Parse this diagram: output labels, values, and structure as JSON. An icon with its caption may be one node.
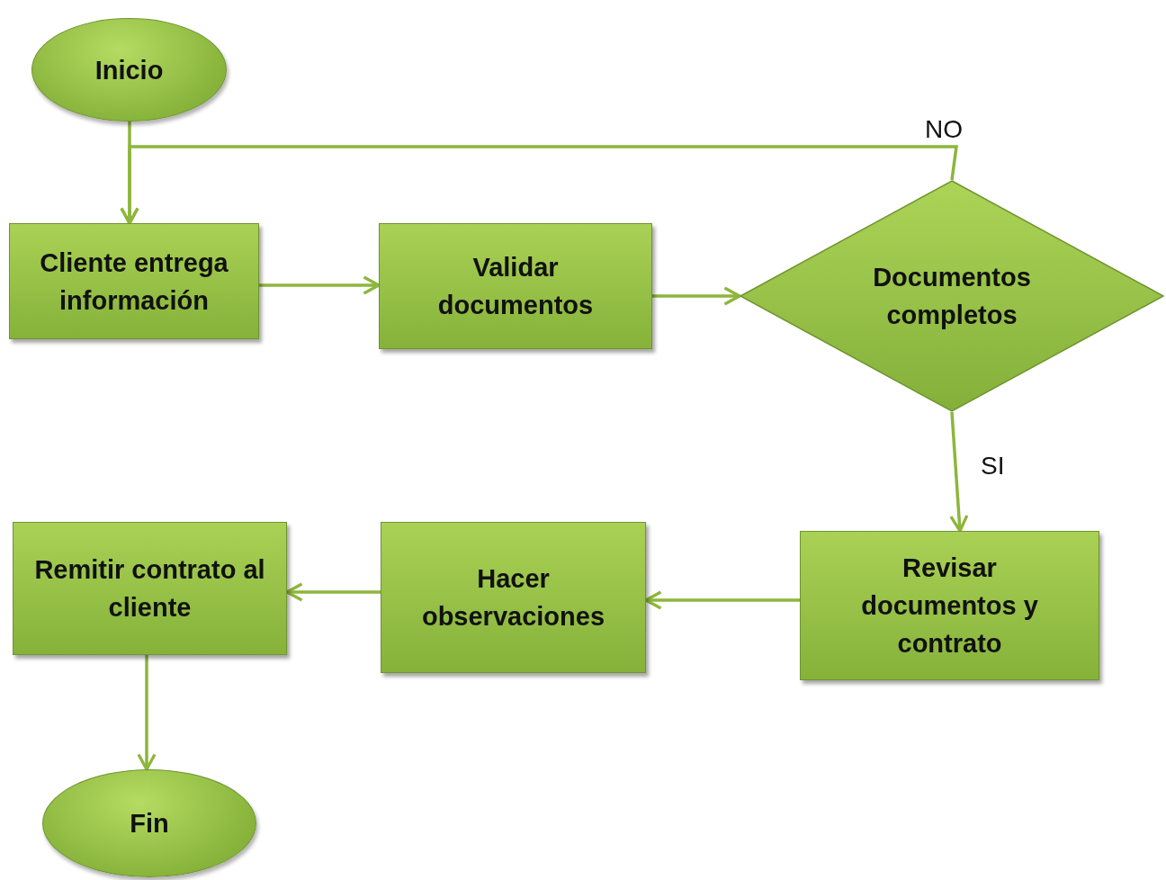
{
  "diagram": {
    "nodes": [
      {
        "text": [
          "Inicio"
        ]
      },
      {
        "text": [
          "Cliente entrega información"
        ]
      },
      {
        "text": [
          "Validar documentos"
        ]
      },
      {
        "text": [
          "Documentos completos"
        ]
      },
      {
        "text": [
          "Revisar documentos y contrato"
        ]
      },
      {
        "text": [
          "Hacer observaciones"
        ]
      },
      {
        "text": [
          "Remitir contrato al cliente"
        ]
      },
      {
        "text": [
          "Fin"
        ]
      }
    ],
    "edges": [
      {
        "from": 0,
        "to": 1,
        "arrow": "to"
      },
      {
        "from": 1,
        "to": 2,
        "arrow": "to"
      },
      {
        "from": 2,
        "to": 3,
        "arrow": "to"
      },
      {
        "from": 3,
        "to": 1,
        "arrow": "to",
        "label": "NO"
      },
      {
        "from": 3,
        "to": 4,
        "arrow": "to",
        "label": "SI"
      },
      {
        "from": 4,
        "to": 5,
        "arrow": "to"
      },
      {
        "from": 5,
        "to": 6,
        "arrow": "to"
      },
      {
        "from": 6,
        "to": 7,
        "arrow": "to"
      }
    ]
  }
}
